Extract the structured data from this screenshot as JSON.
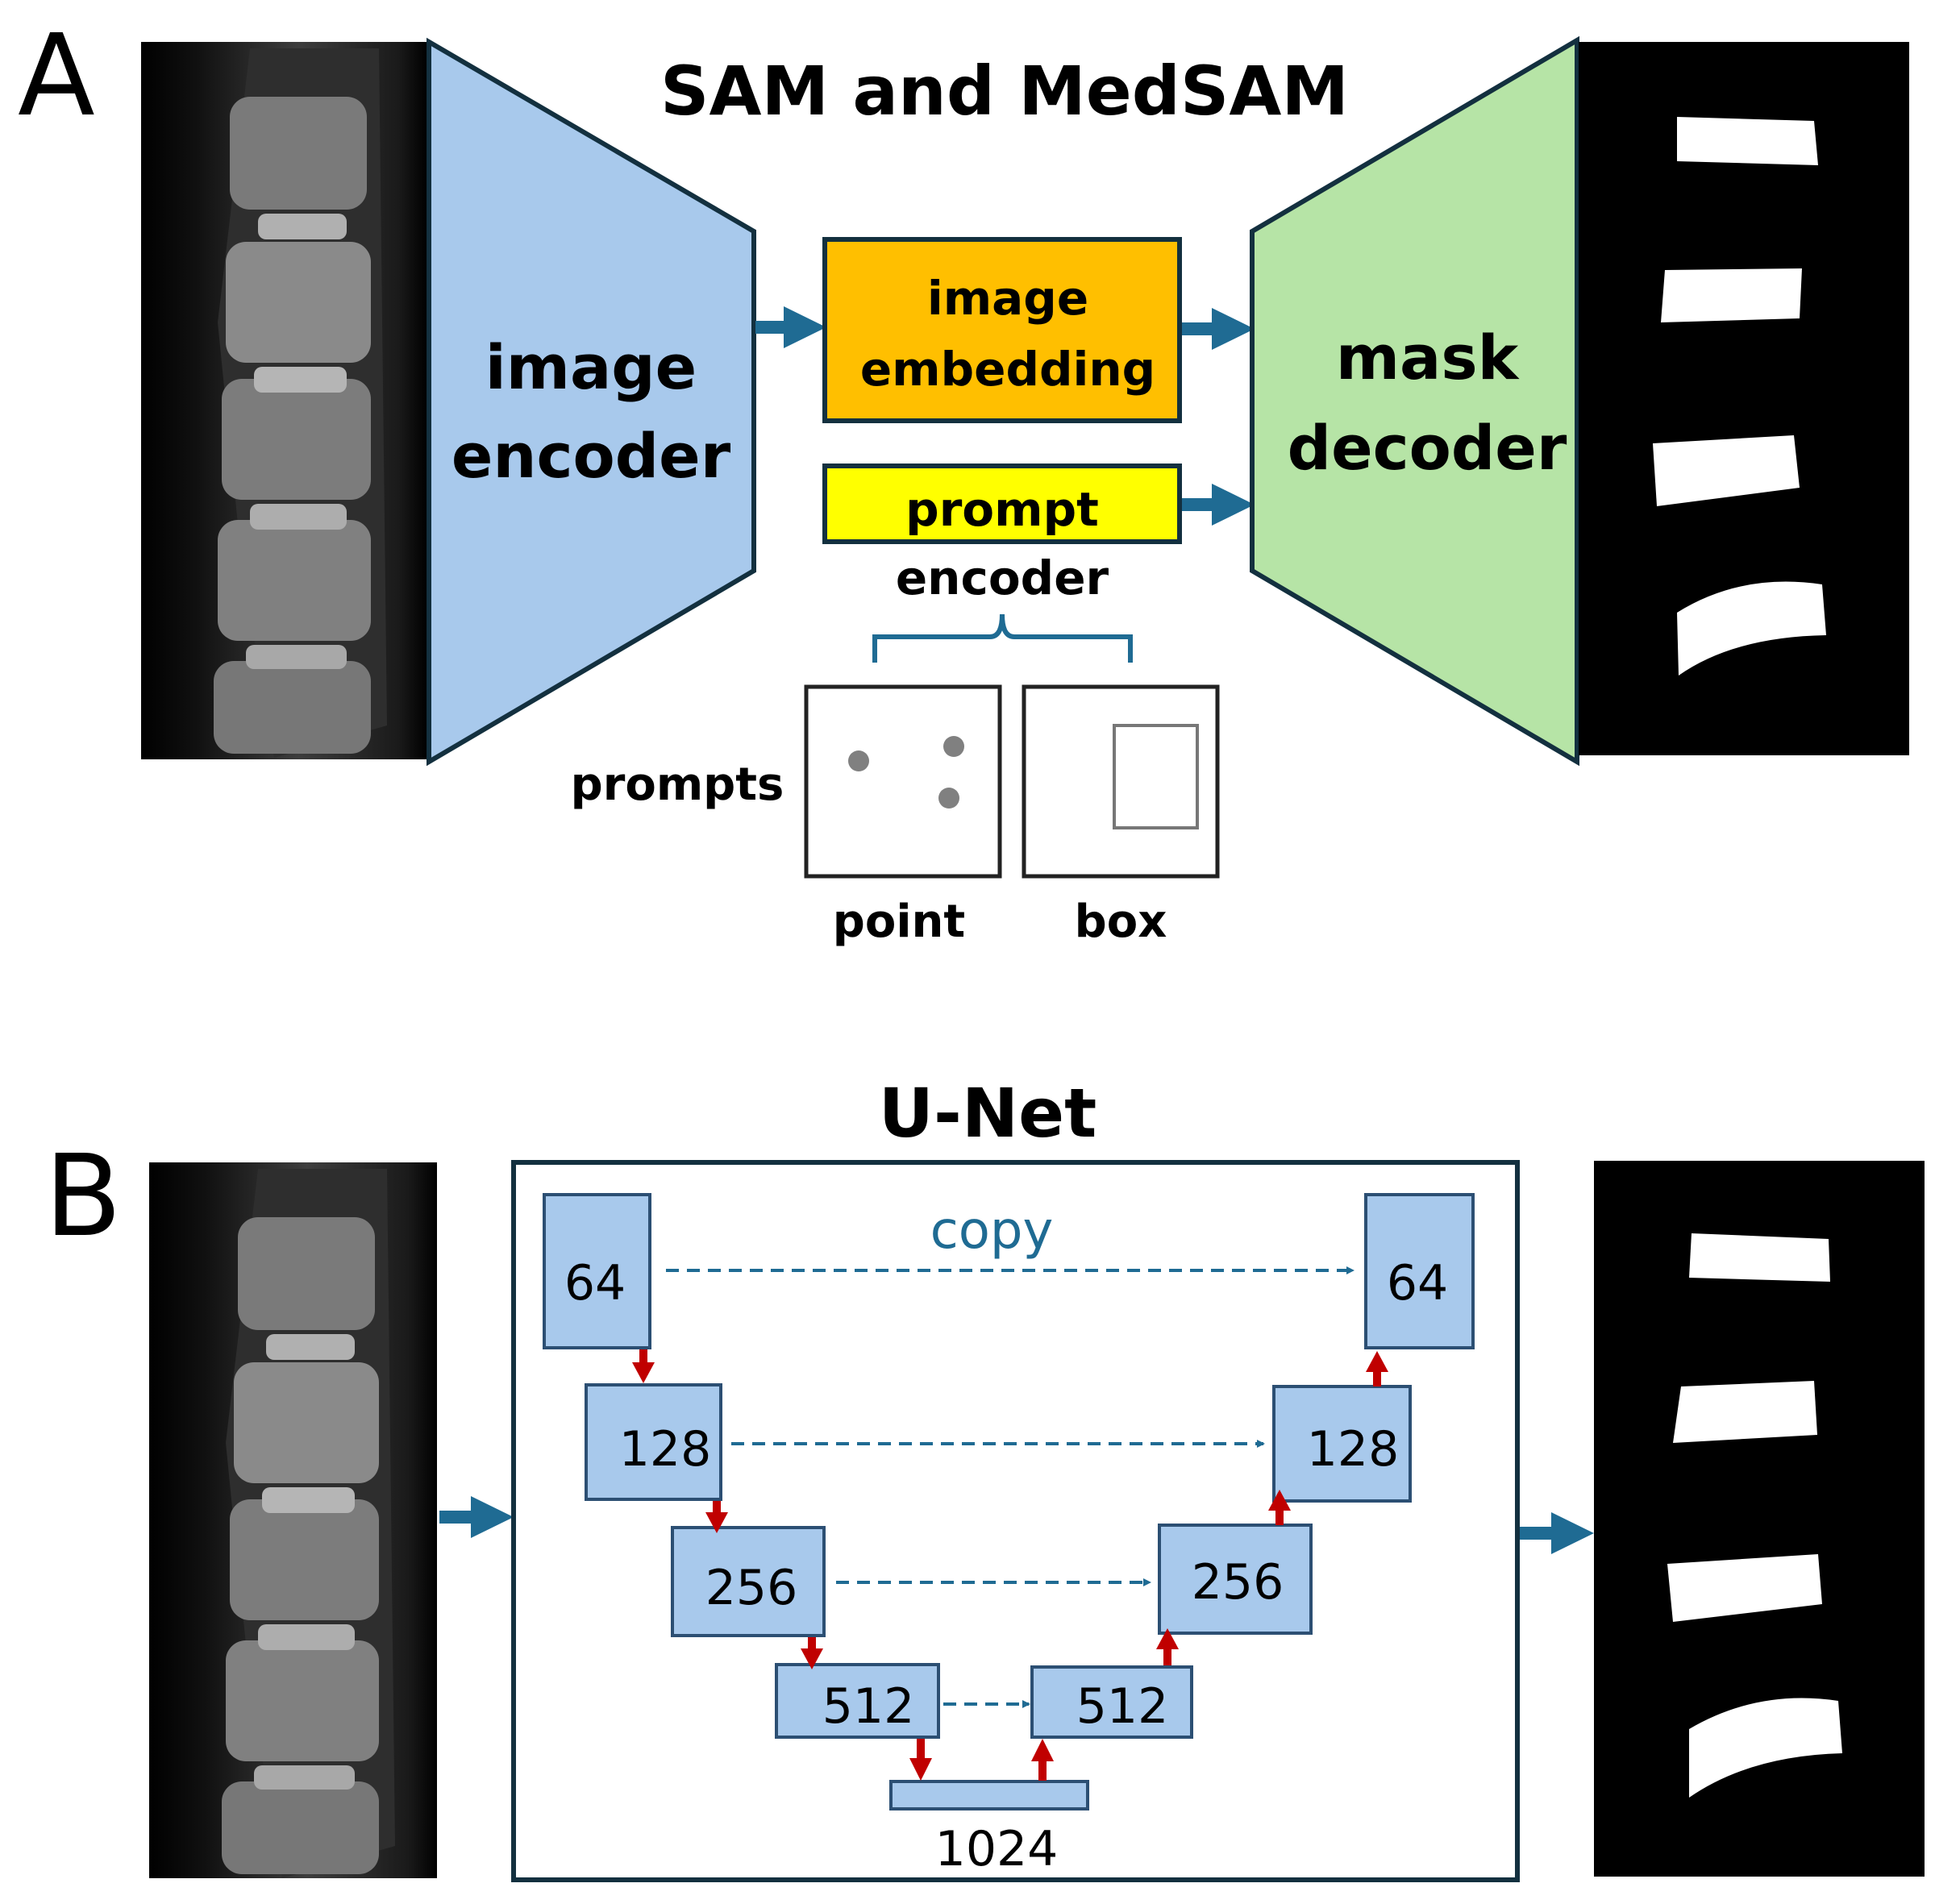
{
  "colors": {
    "encoder_fill": "#a8c9ec",
    "decoder_fill": "#b6e4a6",
    "embedding_fill": "#ffbf00",
    "prompt_fill": "#ffff00",
    "outline": "#13303f",
    "arrow_blue": "#1f6b93",
    "arrow_red": "#c00000",
    "unet_block_fill": "#a8c9ec",
    "unet_block_stroke": "#2c4f73",
    "copy_text": "#1f6b93"
  },
  "panel_a": {
    "label": "A",
    "title": "SAM and MedSAM",
    "encoder_line1": "image",
    "encoder_line2": "encoder",
    "embedding_line1": "image",
    "embedding_line2": "embedding",
    "prompt_box_text": "prompt",
    "prompt_encoder_text": "encoder",
    "decoder_line1": "mask",
    "decoder_line2": "decoder",
    "prompts_label": "prompts",
    "point_label": "point",
    "box_label": "box"
  },
  "panel_b": {
    "label": "B",
    "title": "U-Net",
    "copy_label": "copy",
    "enc_64": "64",
    "enc_128": "128",
    "enc_256": "256",
    "enc_512": "512",
    "bottleneck": "1024",
    "dec_512": "512",
    "dec_256": "256",
    "dec_128": "128",
    "dec_64": "64"
  }
}
